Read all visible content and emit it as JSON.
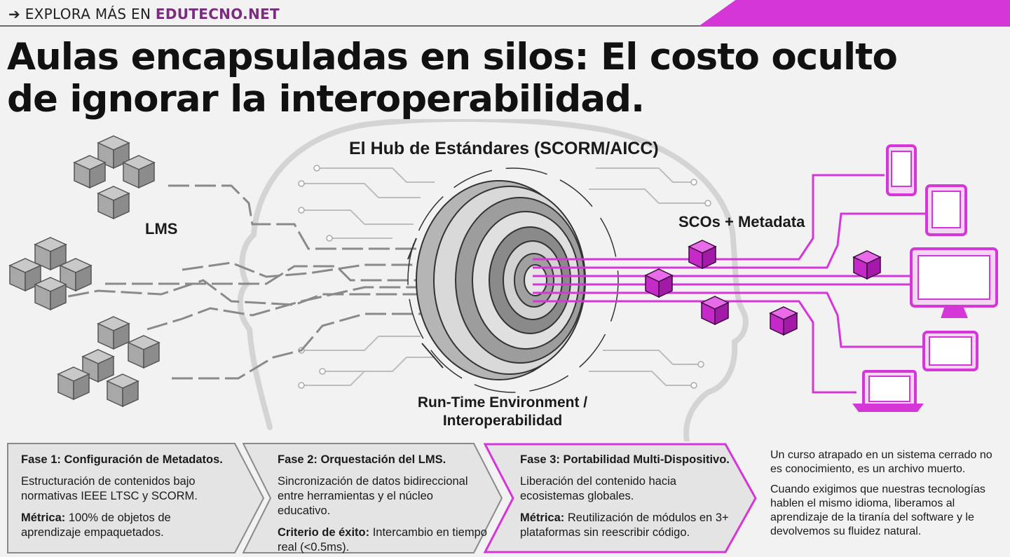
{
  "header": {
    "arrow": "➔",
    "explore_text": "EXPLORA MÁS EN",
    "site": "EDUTECNO.NET"
  },
  "title": "Aulas encapsuladas en silos: El costo oculto de ignorar la interoperabilidad.",
  "diagram": {
    "hub_label": "El Hub de Estándares (SCORM/AICC)",
    "lms_label": "LMS",
    "sco_label": "SCOs + Metadata",
    "rte_label": "Run-Time Environment / Interoperabilidad",
    "devices": [
      "smartphone-icon",
      "tablet-icon",
      "monitor-icon",
      "tablet-landscape-icon",
      "laptop-icon"
    ],
    "colors": {
      "accent": "#d436d8",
      "cube_gray": "#9a9a9a",
      "line_gray": "#8a8a8a"
    }
  },
  "phases": [
    {
      "title": "Fase 1: Configuración de Metadatos.",
      "description": "Estructuración de contenidos bajo normativas IEEE LTSC y SCORM.",
      "metric_label": "Métrica:",
      "metric_text": " 100% de objetos de aprendizaje empaquetados."
    },
    {
      "title": "Fase 2: Orquestación del LMS.",
      "description": "Sincronización de datos bidireccional entre herramientas y el núcleo educativo.",
      "metric_label": "Criterio de éxito:",
      "metric_text": " Intercambio en tiempo real (<0.5ms)."
    },
    {
      "title": "Fase 3: Portabilidad Multi-Dispositivo.",
      "description": "Liberación del contenido hacia ecosistemas globales.",
      "metric_label": "Métrica:",
      "metric_text": " Reutilización de módulos en 3+ plataformas sin reescribir código."
    }
  ],
  "quote": {
    "p1": "Un curso atrapado en un sistema cerrado no es conocimiento, es un archivo muerto.",
    "p2": "Cuando exigimos que nuestras tecnologías hablen el mismo idioma, liberamos al aprendizaje de la tiranía del software y le devolvemos su fluidez natural."
  }
}
